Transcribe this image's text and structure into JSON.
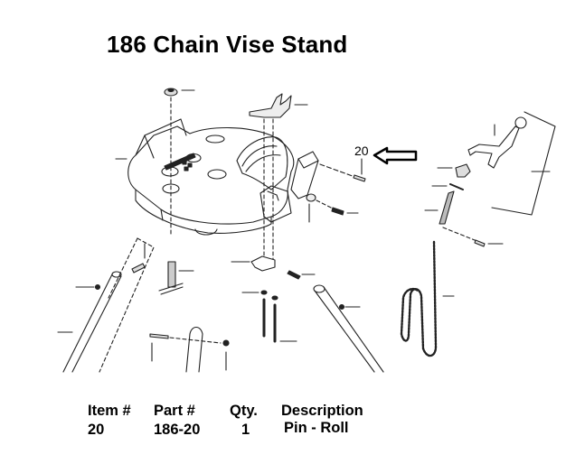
{
  "title": "186 Chain Vise Stand",
  "diagram": {
    "callout_label": "20",
    "pointer": "arrow-left-outline",
    "line_color": "#222222"
  },
  "parts_table": {
    "headers": {
      "item": "Item #",
      "part": "Part #",
      "qty": "Qty.",
      "description": "Description"
    },
    "rows": [
      {
        "item": "20",
        "part": "186-20",
        "qty": "1",
        "description": "Pin - Roll"
      }
    ]
  }
}
